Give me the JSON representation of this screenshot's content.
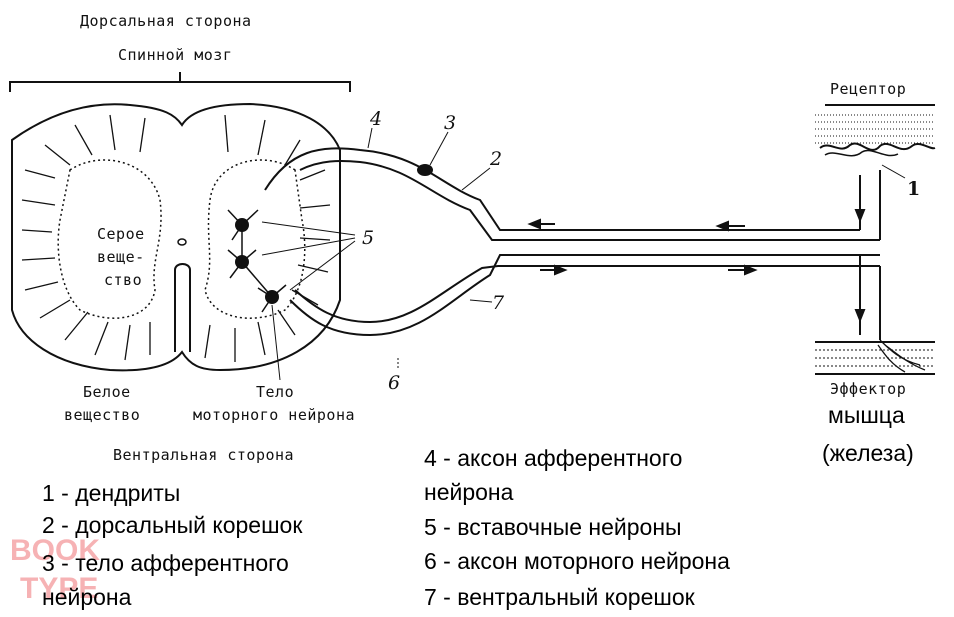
{
  "header": {
    "dorsal_side": "Дорсальная сторона",
    "spinal_cord": "Спинной мозг"
  },
  "labels": {
    "receptor": "Рецептор",
    "gray_matter_1": "Серое",
    "gray_matter_2": "веще-",
    "gray_matter_3": "ство",
    "white_matter_1": "Белое",
    "white_matter_2": "вещество",
    "motor_body_1": "Тело",
    "motor_body_2": "моторного нейрона",
    "ventral_side": "Вентральная сторона",
    "effector": "Эффектор",
    "muscle": "мышца",
    "gland": "(железа)"
  },
  "numbers": {
    "n1": "1",
    "n2": "2",
    "n3": "3",
    "n4": "4",
    "n5": "5",
    "n6": "6",
    "n7": "7"
  },
  "legend": {
    "left": [
      "1 - дендриты",
      "2 - дорсальный корешок",
      "3 - тело афферентного",
      "нейрона"
    ],
    "right": [
      "4 - аксон афферентного",
      "нейрона",
      "5 - вставочные нейроны",
      "6 - аксон моторного нейрона",
      "7 - вентральный корешок"
    ]
  },
  "watermark_text": "BOOK TYPE",
  "colors": {
    "ink": "#111111",
    "watermark": "#e8262b"
  }
}
